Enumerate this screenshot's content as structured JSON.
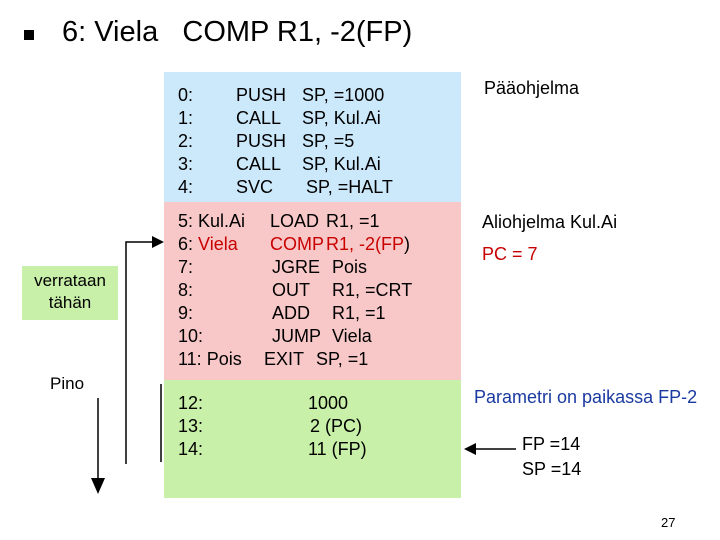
{
  "slide": {
    "title": "6: Viela   COMP R1, -2(FP)",
    "page_number": "27"
  },
  "main_program": {
    "label": "Pääohjelma",
    "lines": [
      {
        "addr": "0:",
        "op": "PUSH",
        "args": "SP, =1000"
      },
      {
        "addr": "1:",
        "op": "CALL",
        "args": "SP, Kul.Ai"
      },
      {
        "addr": "2:",
        "op": "PUSH",
        "args": "SP, =5"
      },
      {
        "addr": "3:",
        "op": "CALL",
        "args": "SP, Kul.Ai"
      },
      {
        "addr": "4:",
        "op": "SVC",
        "args": "SP, =HALT"
      }
    ]
  },
  "subroutine": {
    "label": "Aliohjelma Kul.Ai",
    "pc_label": "PC = 7",
    "lines": [
      {
        "addr": "5: Kul.Ai",
        "op": "LOAD",
        "args": "R1, =1"
      },
      {
        "addr": "6: Viela",
        "op": "COMP",
        "args": "R1, -2(FP",
        "tail": ")"
      },
      {
        "addr": "7:",
        "op": "JGRE",
        "args": "Pois"
      },
      {
        "addr": "8:",
        "op": "OUT",
        "args": "R1, =CRT"
      },
      {
        "addr": "9:",
        "op": "ADD",
        "args": "R1, =1"
      },
      {
        "addr": "10:",
        "op": "JUMP",
        "args": "Viela"
      },
      {
        "addr": "11: Pois",
        "op": "EXIT",
        "args": "SP, =1"
      }
    ]
  },
  "stack": {
    "side_label": "verrataan tähän",
    "pino_label": "Pino",
    "rows": [
      {
        "addr": "12:",
        "value": "1000"
      },
      {
        "addr": "13:",
        "value": "2 (PC)"
      },
      {
        "addr": "14:",
        "value": "11 (FP)"
      }
    ],
    "param_note": "Parametri on paikassa FP-2",
    "fp_label": "FP =14",
    "sp_label": "SP =14"
  },
  "colors": {
    "main_bg": "#cce8fb",
    "sub_bg": "#f8c8c8",
    "stack_bg": "#c8f0a8",
    "highlight_red": "#c80000",
    "note_blue": "#1a3aa0"
  }
}
